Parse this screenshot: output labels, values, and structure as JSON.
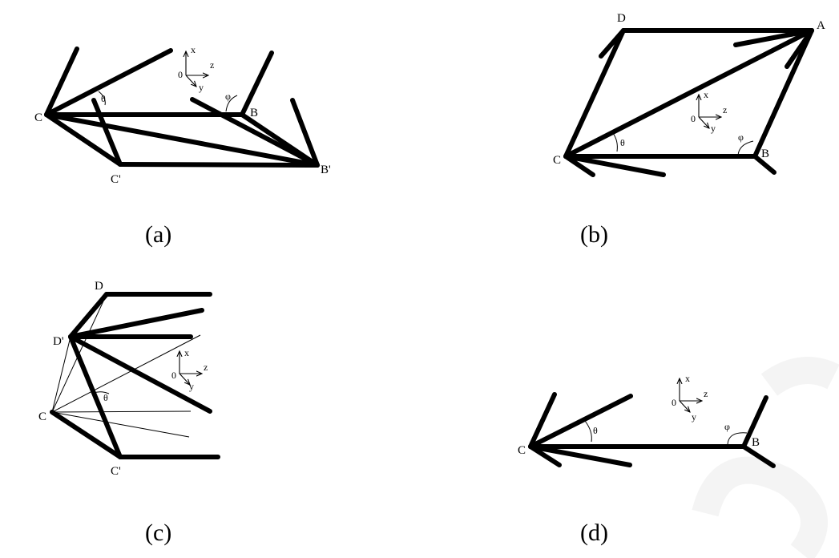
{
  "watermark": {
    "color": "#f4f4f4"
  },
  "colors": {
    "line": "#000000",
    "background": "#ffffff"
  },
  "panels": [
    {
      "id": "a",
      "caption": "(a)",
      "points": {
        "C": "C",
        "B": "B",
        "C_prime": "C'",
        "B_prime": "B'"
      },
      "angles": {
        "theta": "θ",
        "phi": "φ"
      },
      "axes": {
        "origin": "0",
        "x": "x",
        "y": "y",
        "z": "z"
      }
    },
    {
      "id": "b",
      "caption": "(b)",
      "points": {
        "D": "D",
        "A": "A",
        "C": "C",
        "B": "B"
      },
      "angles": {
        "theta": "θ",
        "phi": "φ"
      },
      "axes": {
        "origin": "0",
        "x": "x",
        "y": "y",
        "z": "z"
      }
    },
    {
      "id": "c",
      "caption": "(c)",
      "points": {
        "D": "D",
        "D_prime": "D'",
        "C": "C",
        "C_prime": "C'"
      },
      "angles": {
        "theta": "θ"
      },
      "axes": {
        "origin": "0",
        "x": "x",
        "y": "y",
        "z": "z"
      }
    },
    {
      "id": "d",
      "caption": "(d)",
      "points": {
        "C": "C",
        "B": "B"
      },
      "angles": {
        "theta": "θ",
        "phi": "φ"
      },
      "axes": {
        "origin": "0",
        "x": "x",
        "y": "y",
        "z": "z"
      }
    }
  ]
}
